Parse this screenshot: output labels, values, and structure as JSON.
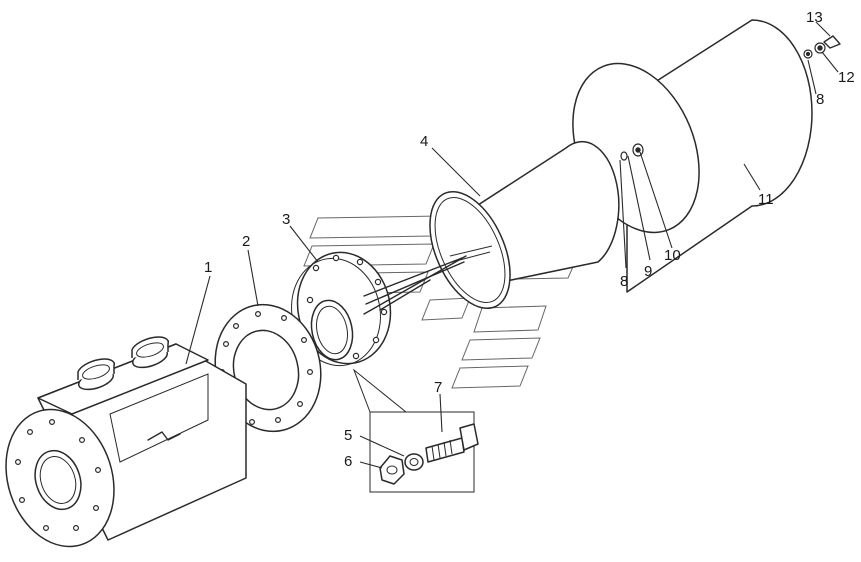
{
  "callouts": {
    "c1": "1",
    "c2": "2",
    "c3": "3",
    "c4": "4",
    "c5": "5",
    "c6": "6",
    "c7": "7",
    "c8a": "8",
    "c8b": "8",
    "c9": "9",
    "c10": "10",
    "c11": "11",
    "c12": "12",
    "c13": "13"
  },
  "colors": {
    "line": "#2a2a2a",
    "background": "#ffffff"
  }
}
